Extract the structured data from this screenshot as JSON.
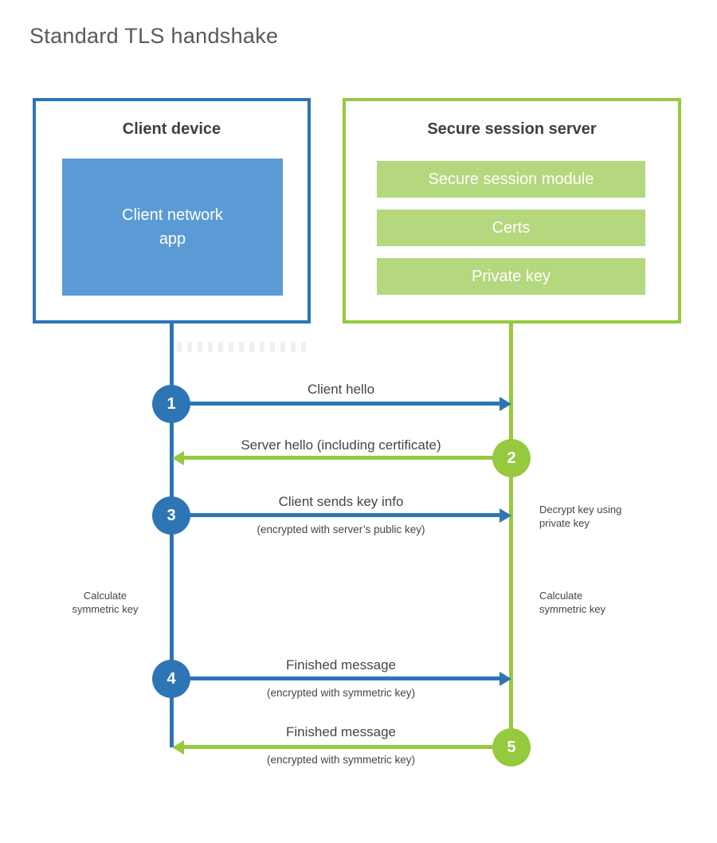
{
  "title": "Standard TLS handshake",
  "colors": {
    "client_accent": "#2e75b6",
    "client_fill": "#5b9bd5",
    "server_accent": "#97c93e",
    "server_fill": "#b5d77d",
    "heading_text": "#3f3f3f",
    "label_text": "#454545",
    "title_text": "#595959"
  },
  "client": {
    "heading": "Client device",
    "app_label": "Client network\napp"
  },
  "server": {
    "heading": "Secure session server",
    "modules": [
      "Secure session module",
      "Certs",
      "Private key"
    ]
  },
  "steps": [
    {
      "number": "1",
      "actor": "client",
      "direction": "right",
      "label": "Client hello",
      "sublabel": ""
    },
    {
      "number": "2",
      "actor": "server",
      "direction": "left",
      "label": "Server hello (including certificate)",
      "sublabel": ""
    },
    {
      "number": "3",
      "actor": "client",
      "direction": "right",
      "label": "Client sends key info",
      "sublabel": "(encrypted with server’s public key)"
    },
    {
      "number": "4",
      "actor": "client",
      "direction": "right",
      "label": "Finished message",
      "sublabel": "(encrypted with symmetric key)"
    },
    {
      "number": "5",
      "actor": "server",
      "direction": "left",
      "label": "Finished message",
      "sublabel": "(encrypted with symmetric key)"
    }
  ],
  "notes": {
    "decrypt": "Decrypt key using\nprivate key",
    "calc_left": "Calculate\nsymmetric key",
    "calc_right": "Calculate\nsymmetric key"
  }
}
